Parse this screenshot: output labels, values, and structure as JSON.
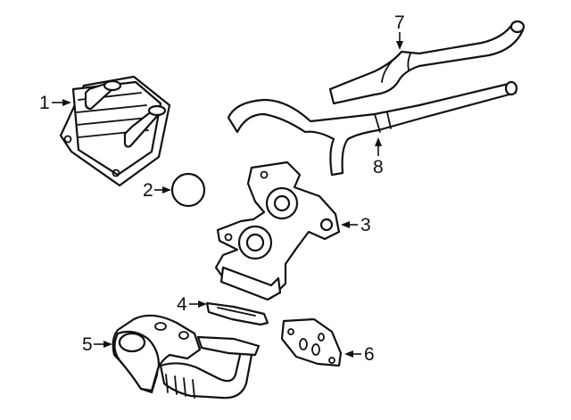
{
  "diagram": {
    "callouts": [
      {
        "id": "1",
        "text": "1",
        "part": "oil-cooler"
      },
      {
        "id": "2",
        "text": "2",
        "part": "o-ring"
      },
      {
        "id": "3",
        "text": "3",
        "part": "cooler-housing"
      },
      {
        "id": "4",
        "text": "4",
        "part": "gasket-upper"
      },
      {
        "id": "5",
        "text": "5",
        "part": "egr-cooler-pipe"
      },
      {
        "id": "6",
        "text": "6",
        "part": "gasket-flange"
      },
      {
        "id": "7",
        "text": "7",
        "part": "coolant-hose-upper"
      },
      {
        "id": "8",
        "text": "8",
        "part": "coolant-hose-lower"
      }
    ]
  }
}
